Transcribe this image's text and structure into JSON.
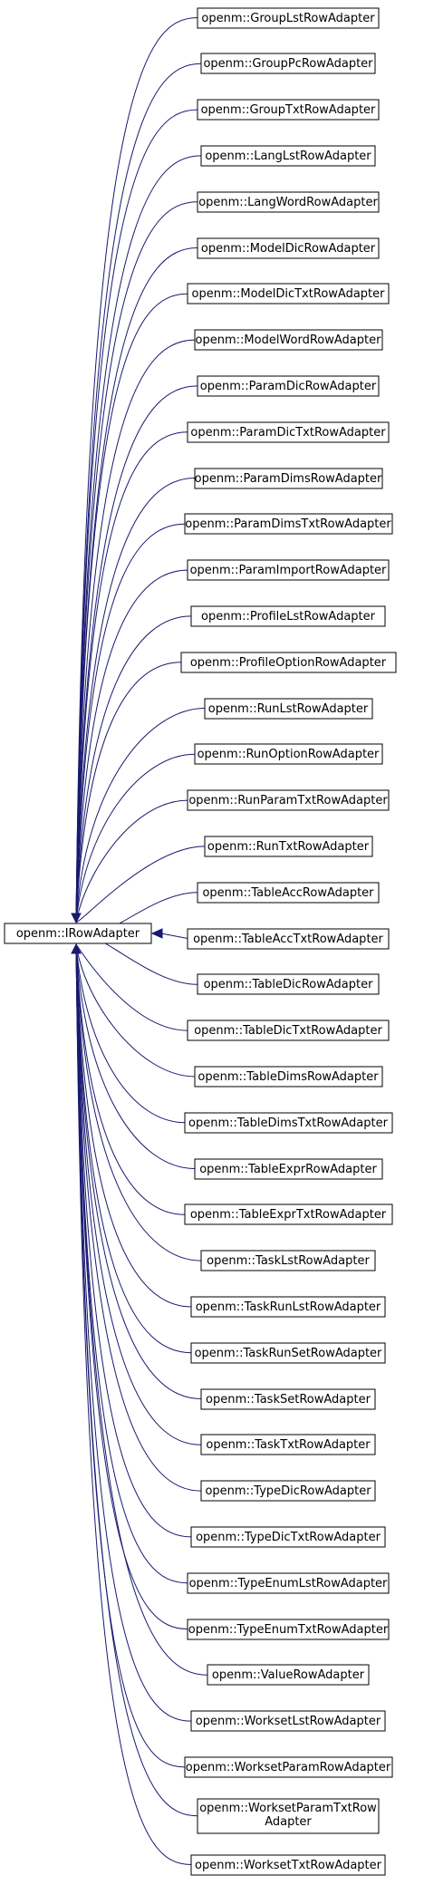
{
  "base": {
    "label": "openm::IRowAdapter"
  },
  "derived": [
    {
      "lines": [
        "openm::GroupLstRowAdapter"
      ]
    },
    {
      "lines": [
        "openm::GroupPcRowAdapter"
      ]
    },
    {
      "lines": [
        "openm::GroupTxtRowAdapter"
      ]
    },
    {
      "lines": [
        "openm::LangLstRowAdapter"
      ]
    },
    {
      "lines": [
        "openm::LangWordRowAdapter"
      ]
    },
    {
      "lines": [
        "openm::ModelDicRowAdapter"
      ]
    },
    {
      "lines": [
        "openm::ModelDicTxtRowAdapter"
      ]
    },
    {
      "lines": [
        "openm::ModelWordRowAdapter"
      ]
    },
    {
      "lines": [
        "openm::ParamDicRowAdapter"
      ]
    },
    {
      "lines": [
        "openm::ParamDicTxtRowAdapter"
      ]
    },
    {
      "lines": [
        "openm::ParamDimsRowAdapter"
      ]
    },
    {
      "lines": [
        "openm::ParamDimsTxtRowAdapter"
      ]
    },
    {
      "lines": [
        "openm::ParamImportRowAdapter"
      ]
    },
    {
      "lines": [
        "openm::ProfileLstRowAdapter"
      ]
    },
    {
      "lines": [
        "openm::ProfileOptionRowAdapter"
      ]
    },
    {
      "lines": [
        "openm::RunLstRowAdapter"
      ]
    },
    {
      "lines": [
        "openm::RunOptionRowAdapter"
      ]
    },
    {
      "lines": [
        "openm::RunParamTxtRowAdapter"
      ]
    },
    {
      "lines": [
        "openm::RunTxtRowAdapter"
      ]
    },
    {
      "lines": [
        "openm::TableAccRowAdapter"
      ]
    },
    {
      "lines": [
        "openm::TableAccTxtRowAdapter"
      ]
    },
    {
      "lines": [
        "openm::TableDicRowAdapter"
      ]
    },
    {
      "lines": [
        "openm::TableDicTxtRowAdapter"
      ]
    },
    {
      "lines": [
        "openm::TableDimsRowAdapter"
      ]
    },
    {
      "lines": [
        "openm::TableDimsTxtRowAdapter"
      ]
    },
    {
      "lines": [
        "openm::TableExprRowAdapter"
      ]
    },
    {
      "lines": [
        "openm::TableExprTxtRowAdapter"
      ]
    },
    {
      "lines": [
        "openm::TaskLstRowAdapter"
      ]
    },
    {
      "lines": [
        "openm::TaskRunLstRowAdapter"
      ]
    },
    {
      "lines": [
        "openm::TaskRunSetRowAdapter"
      ]
    },
    {
      "lines": [
        "openm::TaskSetRowAdapter"
      ]
    },
    {
      "lines": [
        "openm::TaskTxtRowAdapter"
      ]
    },
    {
      "lines": [
        "openm::TypeDicRowAdapter"
      ]
    },
    {
      "lines": [
        "openm::TypeDicTxtRowAdapter"
      ]
    },
    {
      "lines": [
        "openm::TypeEnumLstRowAdapter"
      ]
    },
    {
      "lines": [
        "openm::TypeEnumTxtRowAdapter"
      ]
    },
    {
      "lines": [
        "openm::ValueRowAdapter"
      ]
    },
    {
      "lines": [
        "openm::WorksetLstRowAdapter"
      ]
    },
    {
      "lines": [
        "openm::WorksetParamRowAdapter"
      ]
    },
    {
      "lines": [
        "openm::WorksetParamTxtRow",
        "Adapter"
      ]
    },
    {
      "lines": [
        "openm::WorksetTxtRowAdapter"
      ]
    }
  ],
  "colors": {
    "edge": "#191970",
    "box_stroke": "#000000",
    "box_fill": "#ffffff"
  }
}
